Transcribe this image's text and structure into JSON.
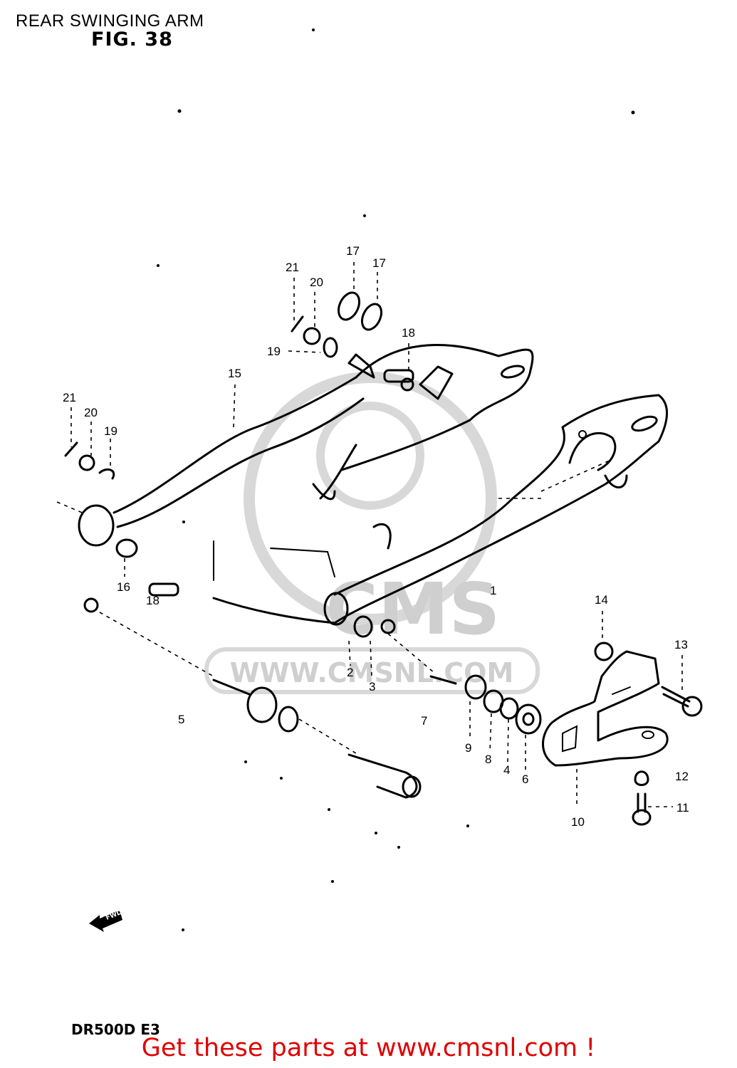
{
  "page": {
    "title": "REAR SWINGING ARM",
    "figure": "FIG. 38",
    "model_code": "DR500D E3",
    "cta_text": "Get these parts at www.cmsnl.com !"
  },
  "watermark": {
    "brand": "CMS",
    "url": "WWW.CMSNL.COM",
    "color": "#cfcfcf"
  },
  "fwd_label": "FWD",
  "callouts": [
    {
      "id": "c1",
      "text": "1"
    },
    {
      "id": "c2",
      "text": "2"
    },
    {
      "id": "c3",
      "text": "3"
    },
    {
      "id": "c4",
      "text": "4"
    },
    {
      "id": "c5",
      "text": "5"
    },
    {
      "id": "c6",
      "text": "6"
    },
    {
      "id": "c7",
      "text": "7"
    },
    {
      "id": "c8",
      "text": "8"
    },
    {
      "id": "c9",
      "text": "9"
    },
    {
      "id": "c10",
      "text": "10"
    },
    {
      "id": "c11",
      "text": "11"
    },
    {
      "id": "c12",
      "text": "12"
    },
    {
      "id": "c13",
      "text": "13"
    },
    {
      "id": "c14",
      "text": "14"
    },
    {
      "id": "c15",
      "text": "15"
    },
    {
      "id": "c16",
      "text": "16"
    },
    {
      "id": "c17a",
      "text": "17"
    },
    {
      "id": "c17b",
      "text": "17"
    },
    {
      "id": "c18a",
      "text": "18"
    },
    {
      "id": "c18b",
      "text": "18"
    },
    {
      "id": "c19a",
      "text": "19"
    },
    {
      "id": "c19b",
      "text": "19"
    },
    {
      "id": "c20a",
      "text": "20"
    },
    {
      "id": "c20b",
      "text": "20"
    },
    {
      "id": "c21a",
      "text": "21"
    },
    {
      "id": "c21b",
      "text": "21"
    }
  ],
  "colors": {
    "ink": "#000000",
    "cta": "#e00000",
    "background": "#ffffff"
  }
}
